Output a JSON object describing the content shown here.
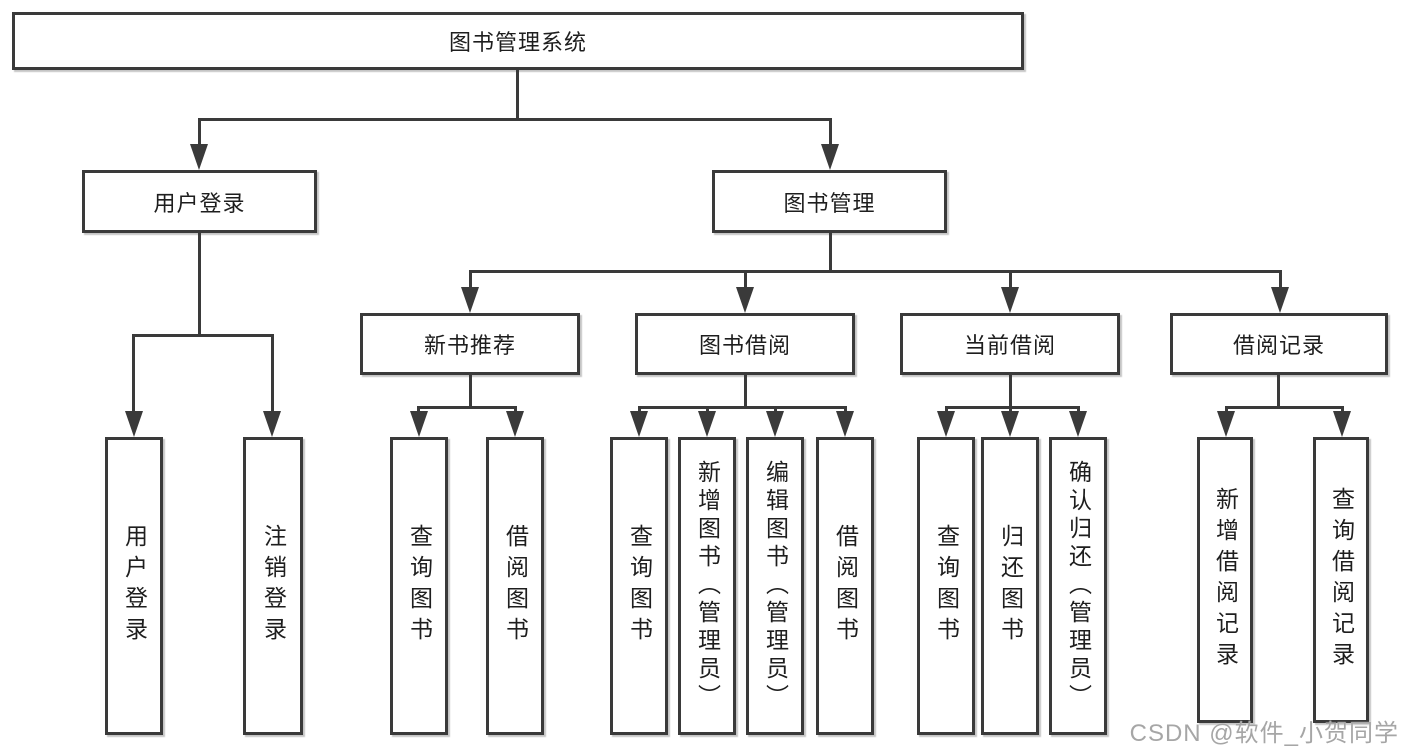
{
  "diagram_title": "图书管理系统",
  "nodes": {
    "root": "图书管理系统",
    "user_login": "用户登录",
    "book_mgmt": "图书管理",
    "new_book_rec": "新书推荐",
    "book_borrow": "图书借阅",
    "current_borrow": "当前借阅",
    "borrow_records": "借阅记录",
    "leaf_user_login": "用户登录",
    "leaf_logout": "注销登录",
    "leaf_nb_query": "查询图书",
    "leaf_nb_borrow": "借阅图书",
    "leaf_bb_query": "查询图书",
    "leaf_bb_add": "新增图书（管理员）",
    "leaf_bb_edit": "编辑图书（管理员）",
    "leaf_bb_borrow": "借阅图书",
    "leaf_cb_query": "查询图书",
    "leaf_cb_return": "归还图书",
    "leaf_cb_confirm": "确认归还（管理员）",
    "leaf_br_add": "新增借阅记录",
    "leaf_br_query": "查询借阅记录"
  },
  "watermark": "CSDN @软件_小贺同学",
  "colors": {
    "line": "#3a3a3a",
    "box_border": "#3a3a3a",
    "box_fill": "#ffffff",
    "text": "#1e1e1e",
    "watermark": "#a6a6a6",
    "background": "#ffffff"
  },
  "hierarchy": {
    "图书管理系统": {
      "用户登录": [
        "用户登录",
        "注销登录"
      ],
      "图书管理": {
        "新书推荐": [
          "查询图书",
          "借阅图书"
        ],
        "图书借阅": [
          "查询图书",
          "新增图书（管理员）",
          "编辑图书（管理员）",
          "借阅图书"
        ],
        "当前借阅": [
          "查询图书",
          "归还图书",
          "确认归还（管理员）"
        ],
        "借阅记录": [
          "新增借阅记录",
          "查询借阅记录"
        ]
      }
    }
  }
}
